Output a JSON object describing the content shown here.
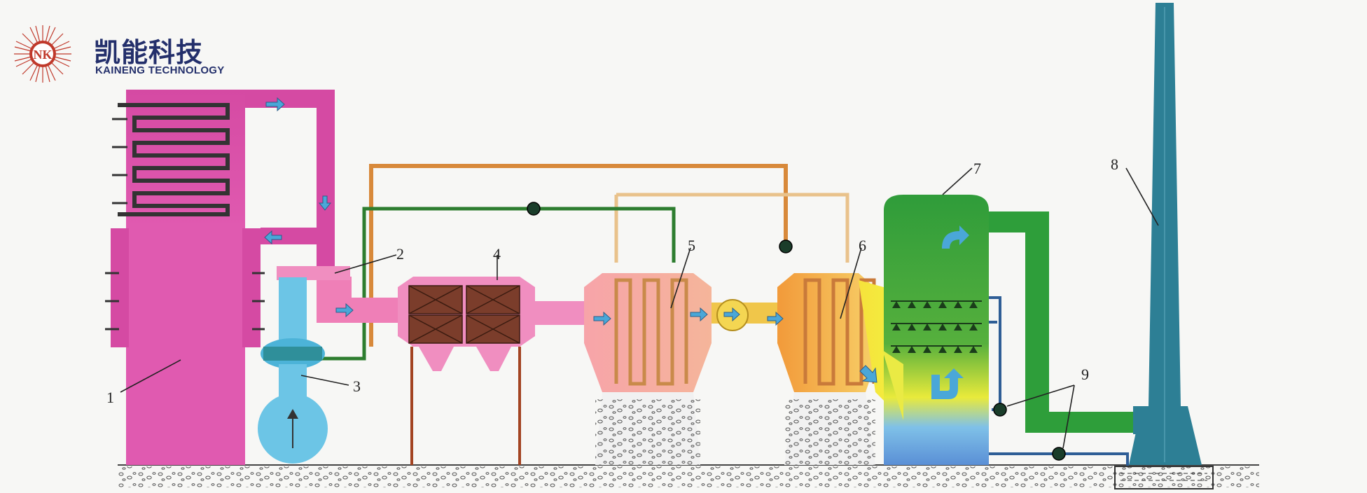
{
  "logo": {
    "chinese_name": "凯能科技",
    "english_name": "KAINENG TECHNOLOGY",
    "monogram": "NK",
    "brand_color": "#232f6b",
    "accent_color": "#c0392b"
  },
  "labels": [
    "1",
    "2",
    "3",
    "4",
    "5",
    "6",
    "7",
    "8",
    "9"
  ],
  "colors": {
    "boiler": "#d94fa6",
    "air_heater": "#6cc5e6",
    "electrostatic_precipitator": "#7b3d2b",
    "exchanger_warm": "#f5a07a",
    "exchanger_hot": "#f2a53c",
    "absorber_top": "#2e9e3a",
    "absorber_bottom": "#5aa0d8",
    "chimney": "#2d7f95",
    "pipe_orange": "#d8893a",
    "pipe_green": "#2d7d2f",
    "pipe_blue": "#2f5e96"
  }
}
